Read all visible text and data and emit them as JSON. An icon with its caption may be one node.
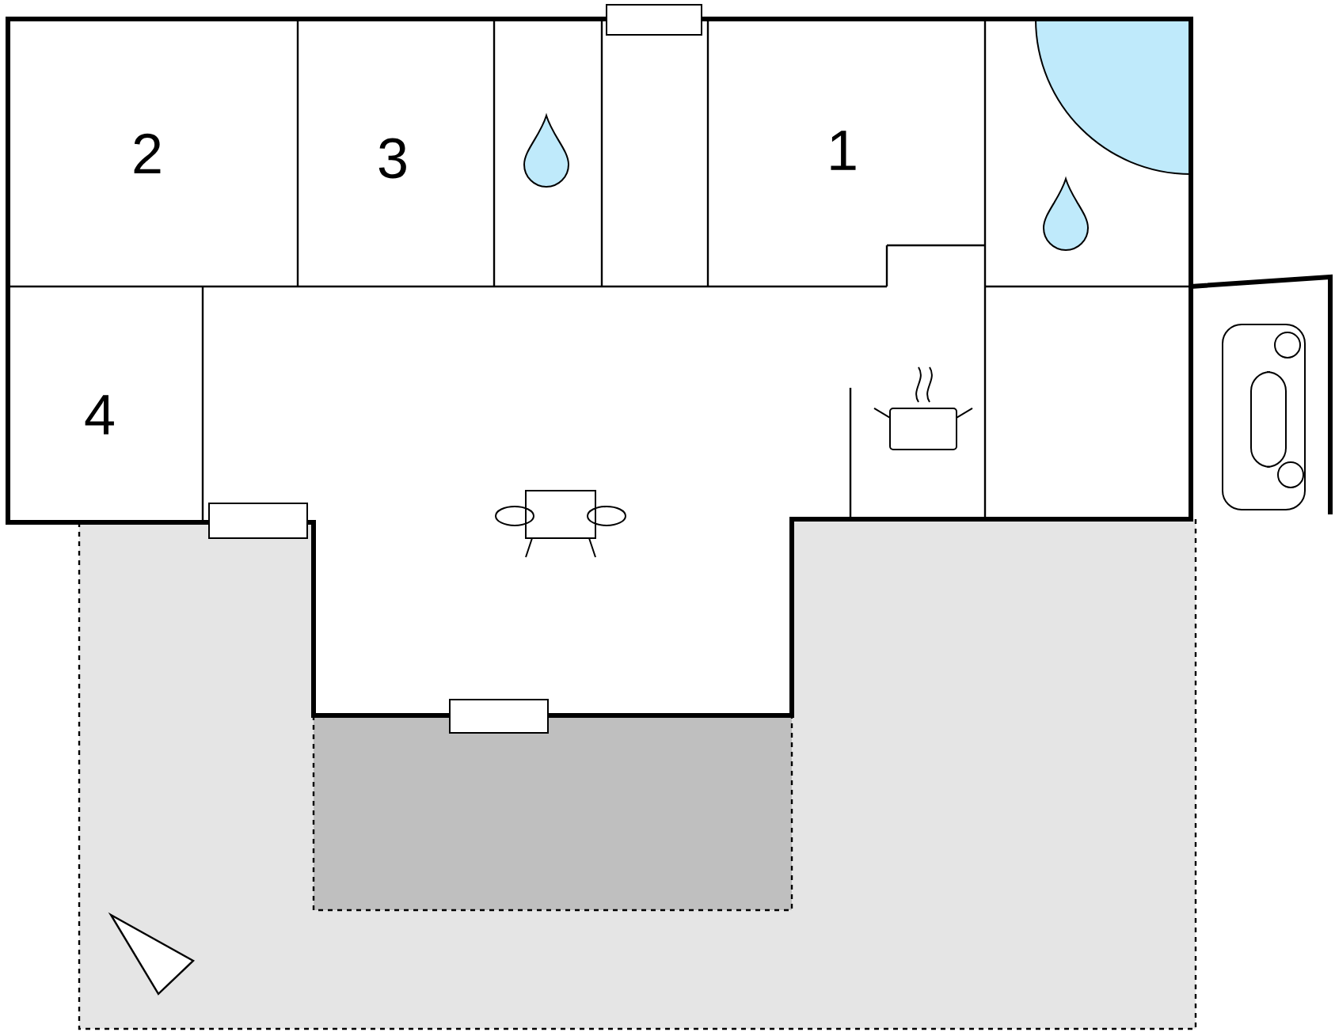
{
  "diagram": {
    "nodes": [
      {
        "text": [
          "2"
        ]
      },
      {
        "text": [
          "3"
        ]
      },
      {
        "text": [
          "1"
        ]
      },
      {
        "text": [
          "4"
        ]
      }
    ]
  }
}
